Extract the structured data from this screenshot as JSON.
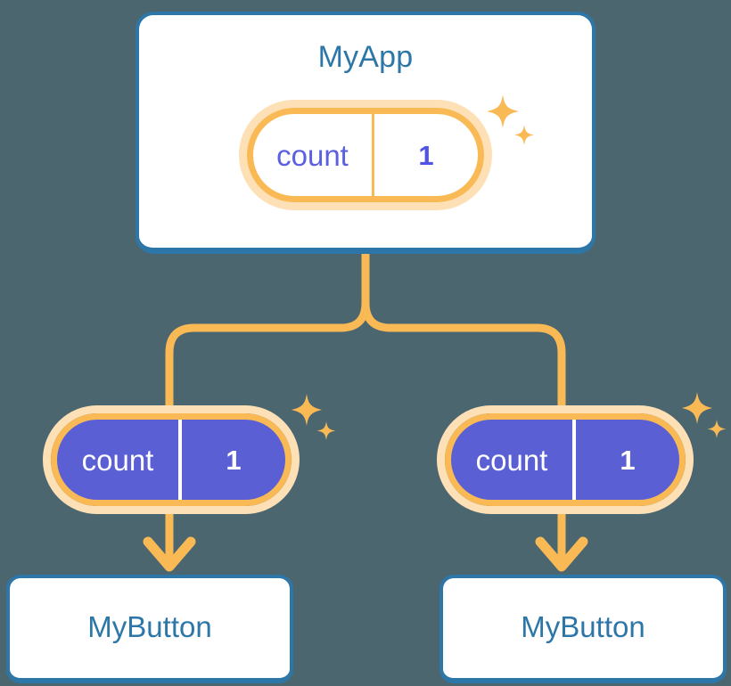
{
  "diagram": {
    "type": "component-state-tree",
    "background_color": "#4c6670",
    "palette": {
      "card_border": "#2d76a8",
      "card_fill": "#ffffff",
      "title_text": "#2d76a8",
      "pill_ring_outer": "#fde0b6",
      "pill_ring_inner": "#f9b955",
      "pill_dark_fill": "#5b5fd4",
      "pill_light_text": "#5b5fe0",
      "pill_dark_text": "#ffffff",
      "connector": "#f9b955",
      "sparkle": "#f9b955"
    }
  },
  "root": {
    "title": "MyApp",
    "state": {
      "key": "count",
      "value": "1"
    }
  },
  "children": [
    {
      "title": "MyButton",
      "state": {
        "key": "count",
        "value": "1"
      }
    },
    {
      "title": "MyButton",
      "state": {
        "key": "count",
        "value": "1"
      }
    }
  ]
}
